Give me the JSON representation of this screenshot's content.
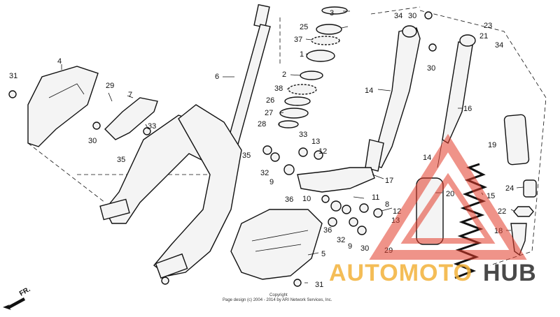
{
  "callouts": {
    "c3": "3",
    "c25": "25",
    "c37": "37",
    "c1": "1",
    "c2": "2",
    "c38": "38",
    "c26": "26",
    "c27": "27",
    "c28": "28",
    "c34a": "34",
    "c30a": "30",
    "c23": "23",
    "c21": "21",
    "c34b": "34",
    "c30b": "30",
    "c14a": "14",
    "c16": "16",
    "c6": "6",
    "c4": "4",
    "c31a": "31",
    "c29a": "29",
    "c7": "7",
    "c33a": "33",
    "c30c": "30",
    "c35a": "35",
    "c35b": "35",
    "c33b": "33",
    "c13a": "13",
    "c12a": "12",
    "c32a": "32",
    "c9a": "9",
    "c36a": "36",
    "c17": "17",
    "c10": "10",
    "c11": "11",
    "c8": "8",
    "c12b": "12",
    "c13b": "13",
    "c36b": "36",
    "c32b": "32",
    "c9b": "9",
    "c30d": "30",
    "c29b": "29",
    "c5": "5",
    "c31b": "31",
    "c14b": "14",
    "c20": "20",
    "c15": "15",
    "c19": "19",
    "c24": "24",
    "c22": "22",
    "c18": "18"
  },
  "watermark": {
    "auto": "AUTOMOTO",
    "hub": "HUB",
    "color": "#e23b2a",
    "accent": "#f3b23a",
    "dark": "#2a2a2a"
  },
  "copyright": {
    "line1": "Copyright",
    "line2": "Page design (c) 2004 - 2014 by ARI Network Services, Inc."
  },
  "direction": {
    "label": "FR."
  }
}
